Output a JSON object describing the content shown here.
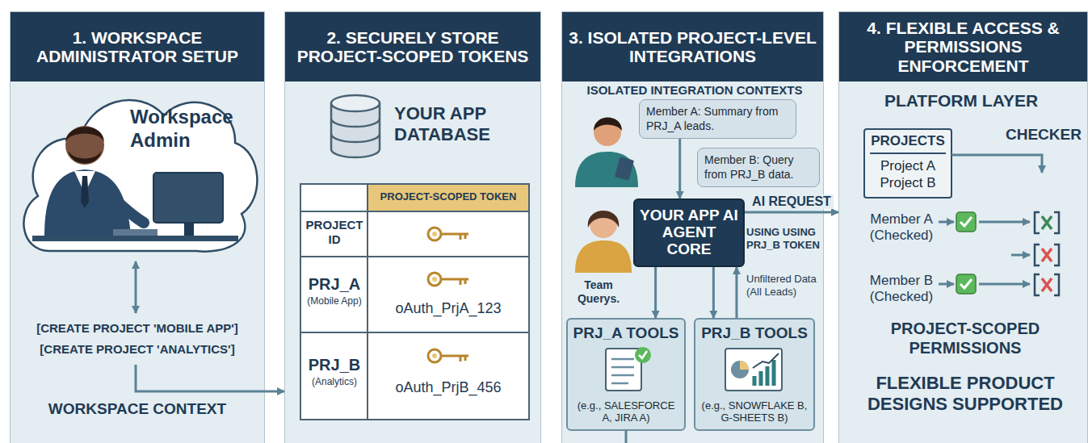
{
  "diagram": {
    "nodes": [
      {
        "text": [
          "1. WORKSPACE ADMINISTRATOR SETUP"
        ]
      },
      {
        "text": [
          "Workspace Admin"
        ],
        "in": 0
      },
      {
        "text": [
          "2. SECURELY STORE PROJECT-SCOPED TOKENS"
        ]
      },
      {
        "text": [
          "3. ISOLATED PROJECT-LEVEL INTEGRATIONS"
        ]
      },
      {
        "text": [
          "Member A: Summary from PRJ_A leads."
        ],
        "in": 3
      },
      {
        "text": [
          "Member B: Query from PRJ_B data."
        ],
        "in": 3
      },
      {
        "text": [
          "YOUR APP AI AGENT CORE"
        ],
        "in": 3
      },
      {
        "text": [
          "PRJ_A TOOLS",
          "(e.g., SALESFORCE A, JIRA A)"
        ],
        "in": 3
      },
      {
        "text": [
          "PRJ_B TOOLS",
          "(e.g., SNOWFLAKE B, G-SHEETS B)"
        ],
        "in": 3
      },
      {
        "text": [
          "4. FLEXIBLE ACCESS & PERMISSIONS ENFORCEMENT"
        ]
      },
      {
        "text": [
          "PROJECTS",
          "Project A Project B"
        ],
        "in": 9
      }
    ],
    "edges": [
      {
        "from": 0,
        "to": 2,
        "arrow": "to"
      },
      {
        "from": 4,
        "to": 6,
        "arrow": "to"
      },
      {
        "from": 6,
        "to": 7,
        "arrow": "to"
      },
      {
        "from": 6,
        "to": 8,
        "arrow": "to"
      },
      {
        "from": 8,
        "to": 6,
        "arrow": "to"
      },
      {
        "from": 6,
        "to": 9,
        "label": "AI REQUEST",
        "arrow": "to"
      }
    ],
    "labels": [
      "[CREATE PROJECT 'MOBILE APP']",
      "[CREATE PROJECT 'ANALYTICS']",
      "WORKSPACE CONTEXT",
      "YOUR APP DATABASE",
      "PROJECT-SCOPED TOKEN",
      "PROJECT ID",
      "PRJ_A",
      "(Mobile App)",
      "oAuth_PrjA_123",
      "PRJ_B",
      "(Analytics)",
      "oAuth_PrjB_456",
      "ISOLATED INTEGRATION CONTEXTS",
      "Team Querys.",
      "USING USING PRJ_B TOKEN",
      "Unfiltered Data (All Leads)",
      "PLATFORM LAYER",
      "CHECKER",
      "Member A (Checked)",
      "Member B (Checked)",
      "PROJECT-SCOPED PERMISSIONS",
      "FLEXIBLE PRODUCT DESIGNS SUPPORTED"
    ]
  }
}
